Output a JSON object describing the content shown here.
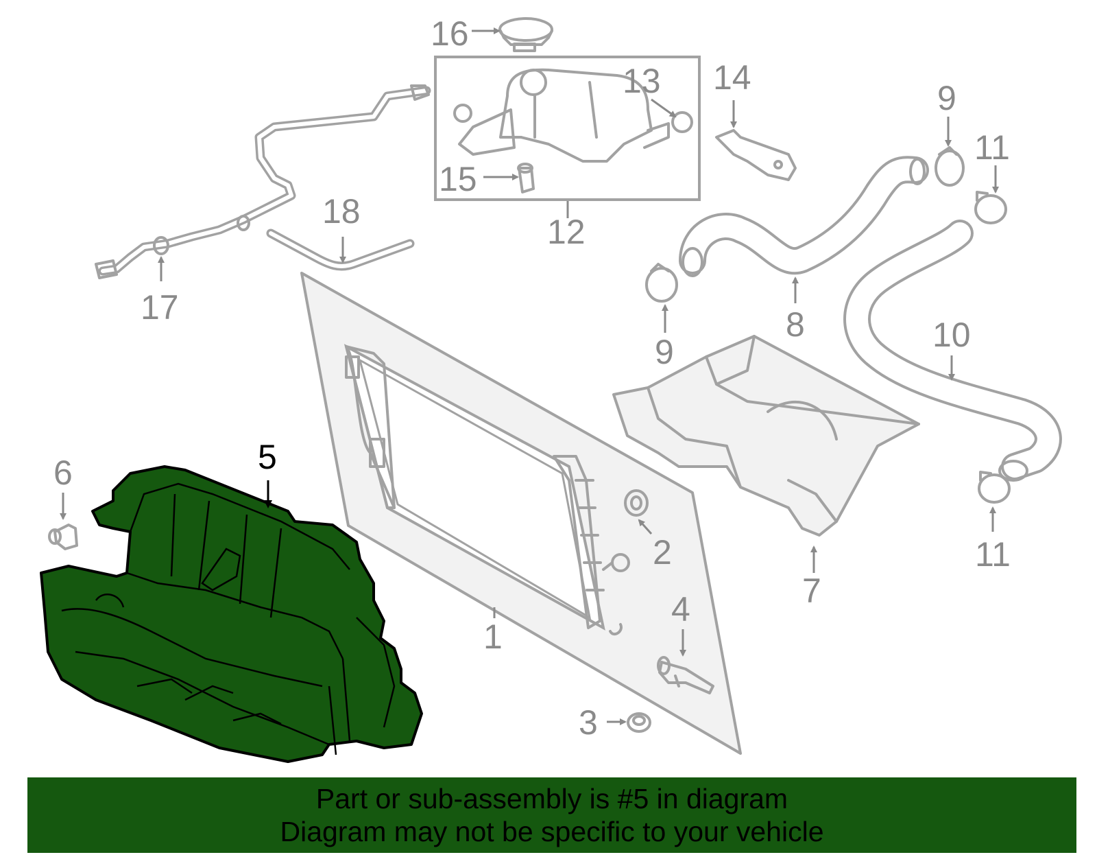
{
  "diagram": {
    "highlighted_part": "5",
    "callouts": [
      "1",
      "2",
      "3",
      "4",
      "5",
      "6",
      "7",
      "8",
      "9",
      "9",
      "10",
      "11",
      "11",
      "12",
      "13",
      "14",
      "15",
      "16",
      "17",
      "18"
    ]
  },
  "banner": {
    "line1": "Part or sub-assembly is #5 in diagram",
    "line2": "Diagram may not be specific to your vehicle",
    "background": "#15580f"
  },
  "colors": {
    "highlight": "#15580f",
    "part_outline": "#a2a2a2",
    "label": "#8a8a8a"
  }
}
